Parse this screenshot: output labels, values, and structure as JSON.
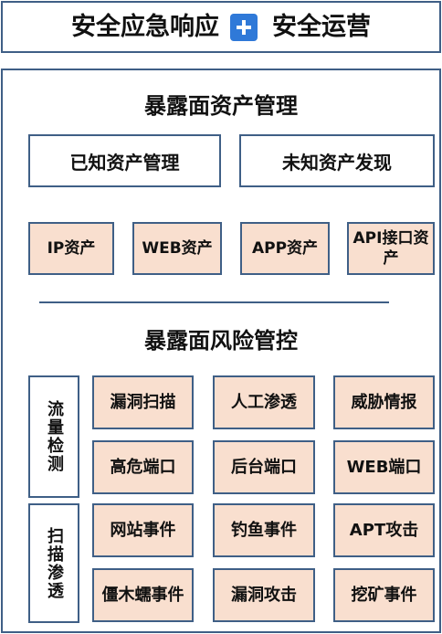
{
  "header": {
    "left": "安全应急响应",
    "plus_icon": "plus-icon",
    "right": "安全运营",
    "accent": "#2f79d8"
  },
  "main": {
    "section1": {
      "title": "暴露面资产管理",
      "known_assets": "已知资产管理",
      "unknown_assets": "未知资产发现",
      "asset_types": [
        "IP资产",
        "WEB资产",
        "APP资产",
        "API接口资产"
      ]
    },
    "section2": {
      "title": "暴露面风险管控",
      "left_labels": [
        "流量检测",
        "扫描渗透"
      ],
      "items": [
        "漏洞扫描",
        "人工渗透",
        "威胁情报",
        "高危端口",
        "后台端口",
        "WEB端口",
        "网站事件",
        "钓鱼事件",
        "APT攻击",
        "僵木蠕事件",
        "漏洞攻击",
        "挖矿事件"
      ]
    }
  }
}
